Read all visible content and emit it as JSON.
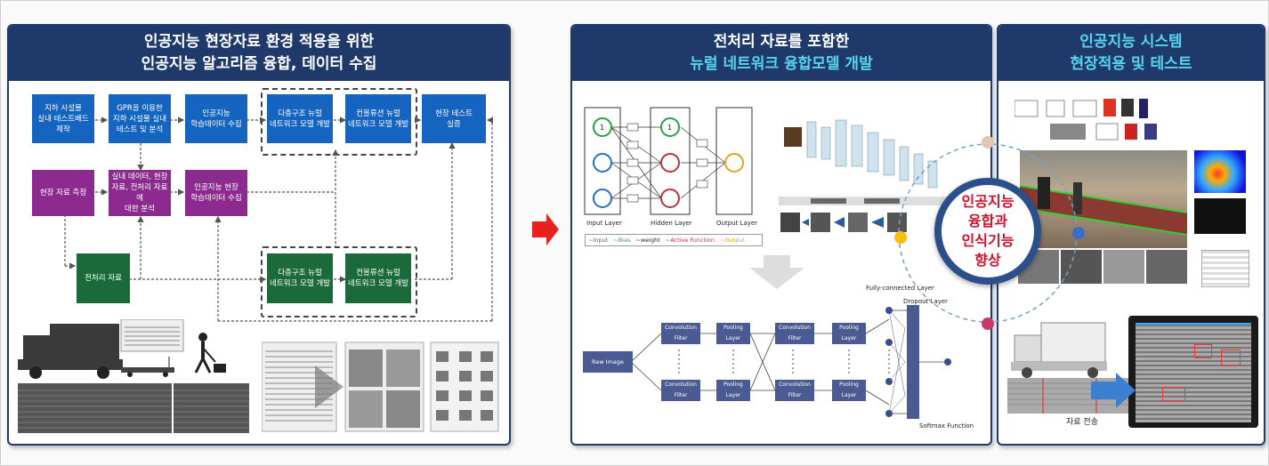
{
  "panel1": {
    "title_line1": "인공지능 현장자료 환경 적용을 위한",
    "title_line2": "인공지능 알고리즘 융합, 데이터 수집",
    "boxes": {
      "b1": "지하 시설물\n실내 테스트베드\n제작",
      "b2": "GPR을 이용한\n지하 시설물 실내\n테스트 및 분석",
      "b3": "인공지능\n학습데이터 수집",
      "b4": "다층구조 뉴럴\n네트워크 모델 개발",
      "b5": "컨볼류션 뉴럴\n네트워크 모델 개발",
      "b6": "현장 테스트\n실증",
      "p1": "현장 자료 측정",
      "p2": "실내 데이터, 현장\n자료, 전처리 자료에\n대한 분석",
      "p3": "인공지능 현장\n학습데이터 수집",
      "g1": "전처리 자료",
      "g2": "다층구조 뉴럴\n네트워크 모델 개발",
      "g3": "컨볼류션 뉴럴\n네트워크 모델 개발"
    }
  },
  "panel2": {
    "title_line1": "전처리  자료를 포함한",
    "title_line2": "뉴럴 네트워크 융합모델 개발",
    "nn": {
      "input_layer": "Input Layer",
      "hidden_layer": "Hidden Layer",
      "output_layer": "Output Layer",
      "legend_input": "~Input",
      "legend_bias": "~Bias",
      "legend_weight": "~weight",
      "legend_active": "~Active Function",
      "legend_output": "~Output"
    },
    "cnn": {
      "raw_image": "Raw Image",
      "conv_filter": "Convolution\nFilter",
      "pooling_layer": "Pooling\nLayer",
      "fc_layer": "Fully-connected Layer",
      "dropout_layer": "Dropout Layer",
      "softmax": "Softmax Function"
    }
  },
  "panel3": {
    "title_line1": "인공지능 시스템",
    "title_line2": "현장적용  및  테스트",
    "transfer_label": "자료 전송"
  },
  "center_circle": {
    "line1": "인공지능",
    "line2": "융합과",
    "line3": "인식기능",
    "line4": "향상"
  },
  "colors": {
    "header": "#1f3a6a",
    "blue_box": "#1565c0",
    "purple_box": "#8c2a8f",
    "green_box": "#1b6b3a",
    "arrow_red": "#e8201e",
    "circle_text": "#d0102a"
  }
}
